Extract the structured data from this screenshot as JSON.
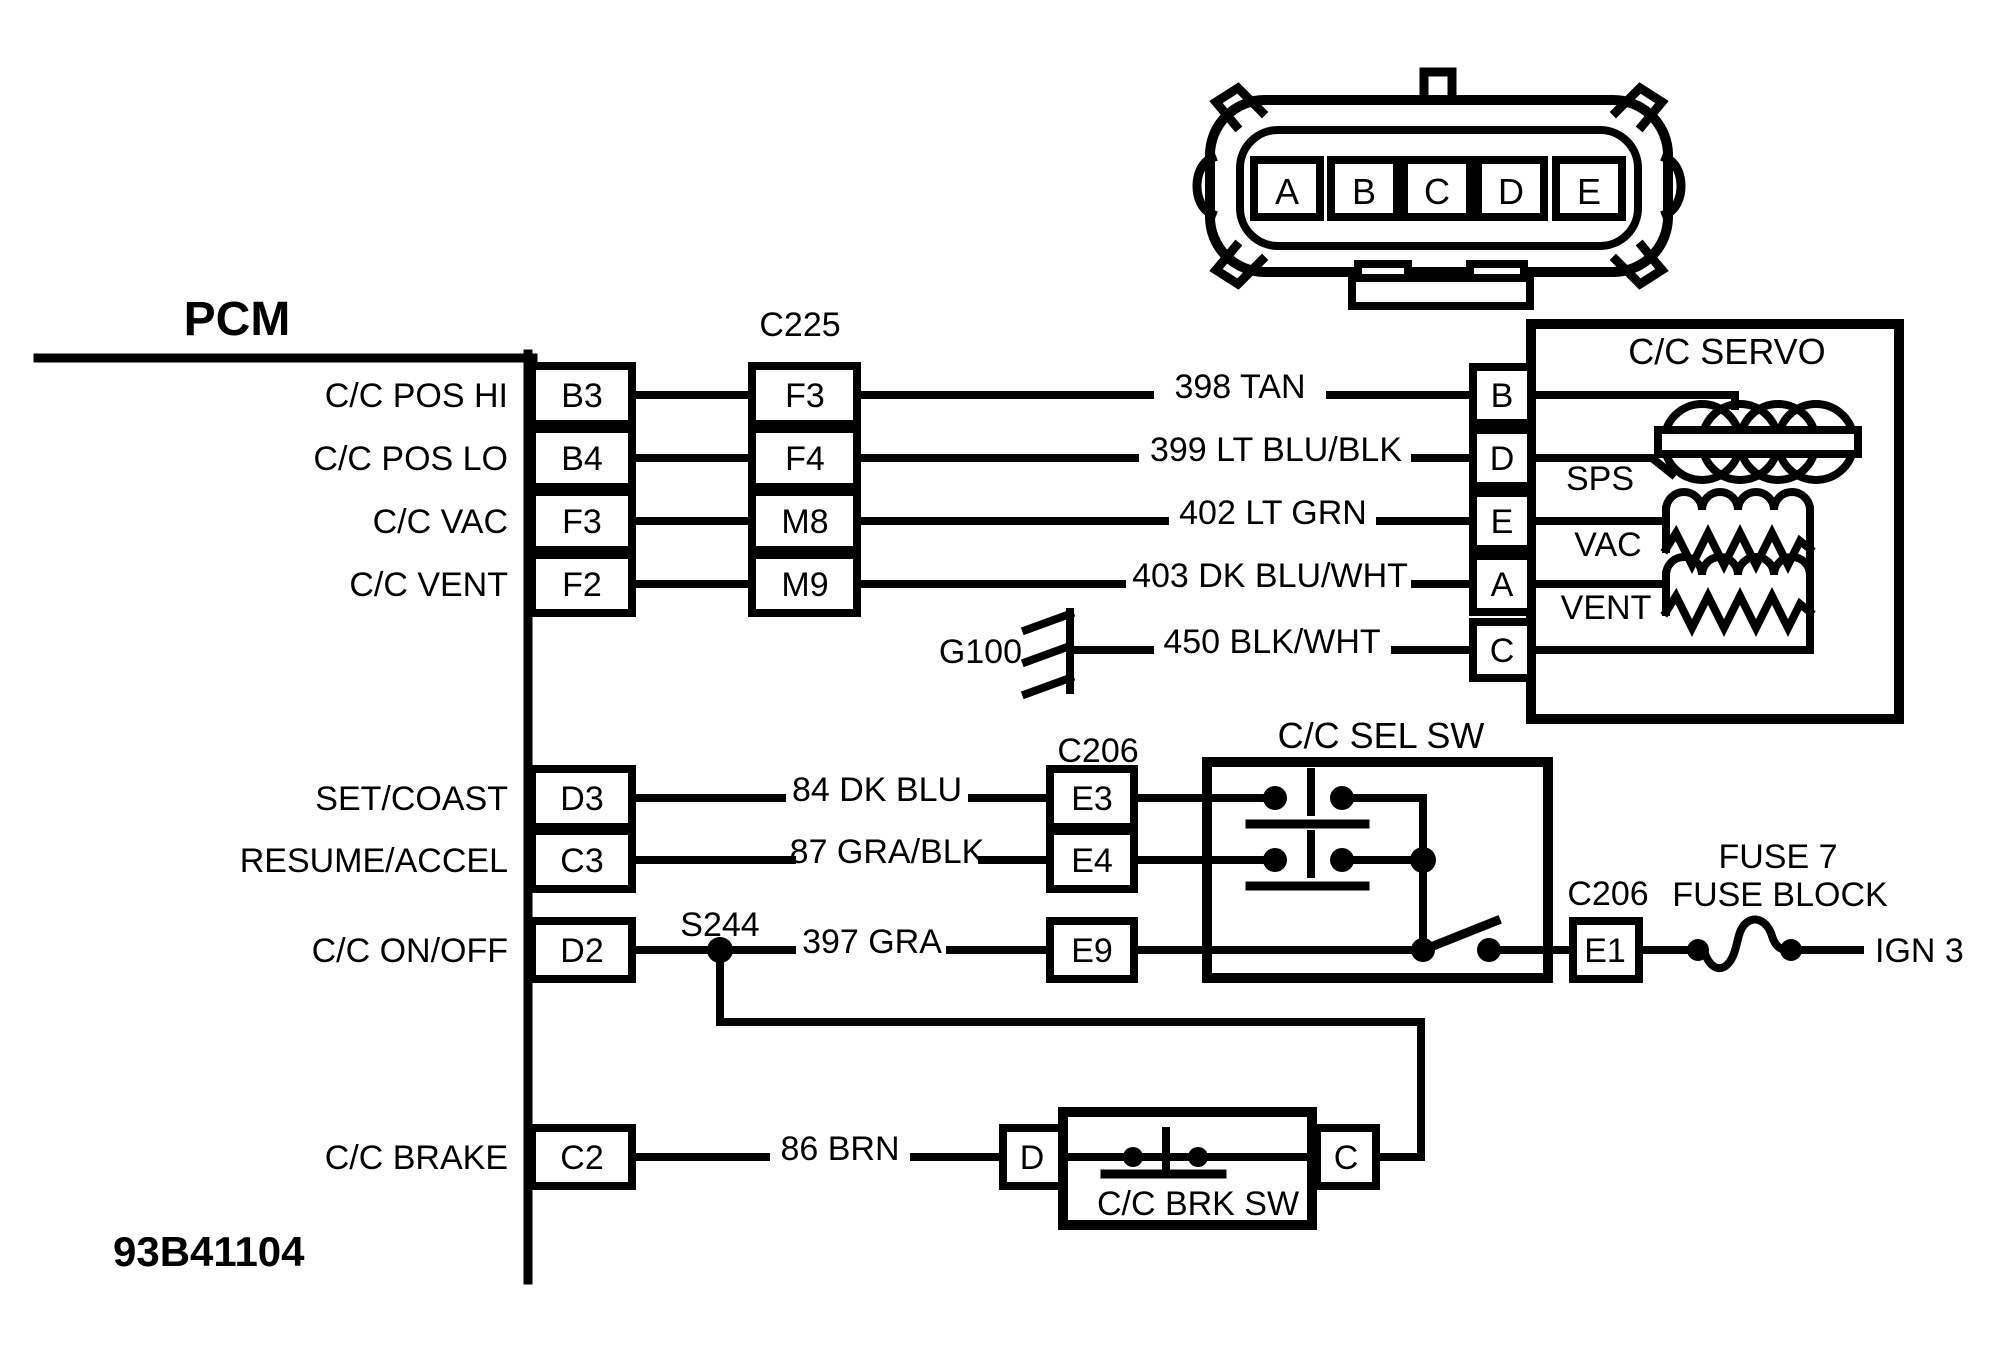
{
  "diagram_id": "93B41104",
  "top_connector": {
    "terminals": [
      "A",
      "B",
      "C",
      "D",
      "E"
    ]
  },
  "pcm": {
    "title": "PCM",
    "pins": [
      {
        "id": "B3",
        "label": "C/C POS HI"
      },
      {
        "id": "B4",
        "label": "C/C POS LO"
      },
      {
        "id": "F3",
        "label": "C/C VAC"
      },
      {
        "id": "F2",
        "label": "C/C VENT"
      },
      {
        "id": "D3",
        "label": "SET/COAST"
      },
      {
        "id": "C3",
        "label": "RESUME/ACCEL"
      },
      {
        "id": "D2",
        "label": "C/C ON/OFF"
      },
      {
        "id": "C2",
        "label": "C/C BRAKE"
      }
    ]
  },
  "c225": {
    "label": "C225",
    "pins": [
      "F3",
      "F4",
      "M8",
      "M9"
    ]
  },
  "wires": {
    "w398": "398 TAN",
    "w399": "399 LT BLU/BLK",
    "w402": "402 LT GRN",
    "w403": "403 DK BLU/WHT",
    "w450": "450 BLK/WHT",
    "w84": "84 DK BLU",
    "w87": "87 GRA/BLK",
    "w397": "397 GRA",
    "w86": "86 BRN"
  },
  "ground": {
    "label": "G100"
  },
  "splice": {
    "label": "S244"
  },
  "servo": {
    "title": "C/C SERVO",
    "pins": [
      "B",
      "D",
      "E",
      "A",
      "C"
    ],
    "sps_label": "SPS",
    "vac_label": "VAC",
    "vent_label": "VENT"
  },
  "sel_sw": {
    "title": "C/C SEL SW",
    "connector": "C206",
    "pins": [
      "E3",
      "E4",
      "E9"
    ]
  },
  "fuse": {
    "connector": "C206",
    "pin": "E1",
    "name_line1": "FUSE 7",
    "name_line2": "FUSE BLOCK",
    "output": "IGN 3"
  },
  "brk_sw": {
    "title": "C/C BRK SW",
    "pin_in": "D",
    "pin_out": "C"
  },
  "colors": {
    "ink": "#000000",
    "paper": "#ffffff"
  }
}
